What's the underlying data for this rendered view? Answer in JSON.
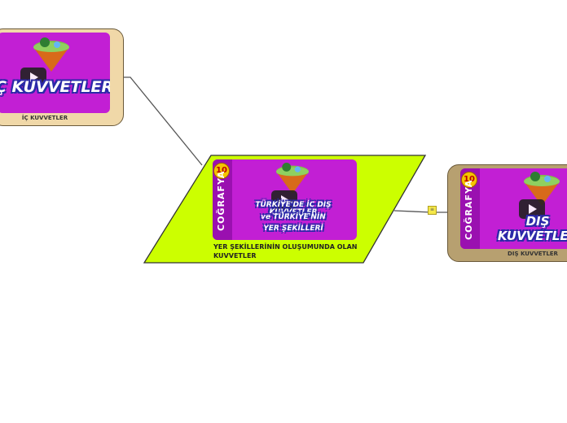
{
  "nodes": {
    "center": {
      "label": "YER ŞEKİLLERİNİN OLUŞUMUNDA OLAN KUVVETLER",
      "thumb_title_line1": "TÜRKİYE'DE İÇ DIŞ KUVVETLER",
      "thumb_title_line2": "ve TÜRKİYE'NİN",
      "thumb_title_line3": "YER ŞEKİLLERİ",
      "subject": "COĞRAFYA",
      "grade": "10"
    },
    "left": {
      "label": "İÇ KUVVETLER",
      "thumb_title": "İÇ KUVVETLER"
    },
    "right": {
      "label": "DIŞ KUVVETLER",
      "thumb_title_line1": "DIŞ",
      "thumb_title_line2": "KUVVETLER",
      "subject": "COĞRAFYA",
      "grade": "10"
    }
  },
  "colors": {
    "center_fill": "#ccff00",
    "side_fill": "#f0d8a8",
    "right_fill": "#b7a070",
    "thumb": "#c21fd4"
  },
  "icons": {
    "play": "play-icon",
    "note": "note-icon",
    "landscape": "landscape-icon"
  }
}
